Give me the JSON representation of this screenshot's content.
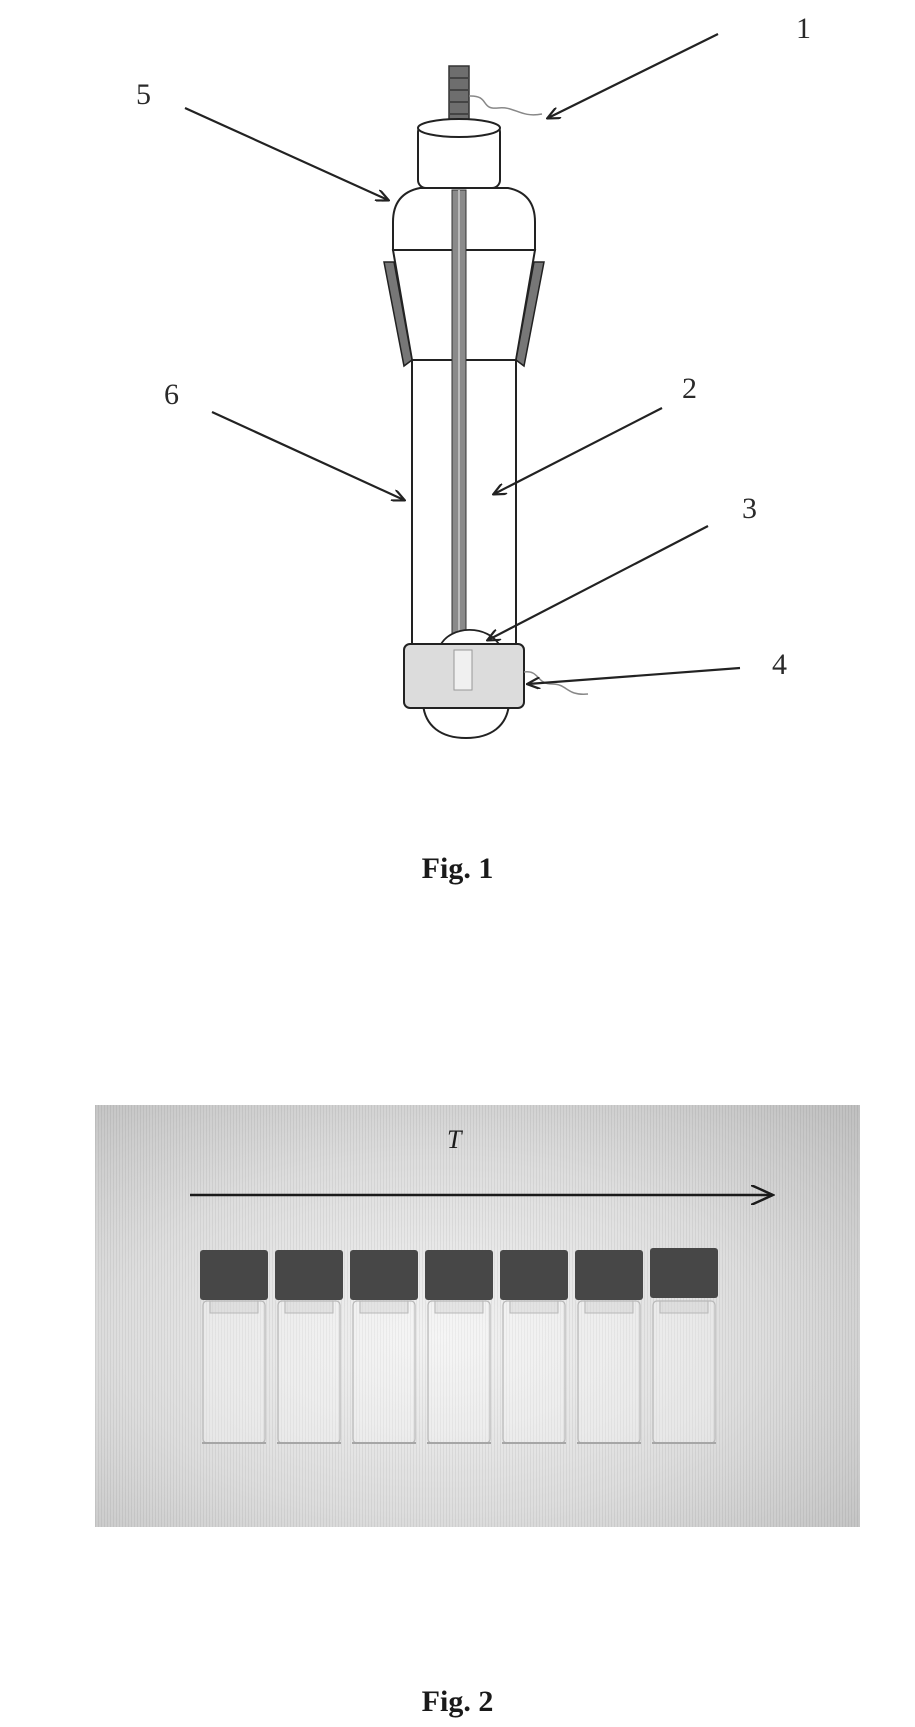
{
  "figure1": {
    "caption": "Fig. 1",
    "callouts": [
      {
        "id": "1",
        "label": "1"
      },
      {
        "id": "2",
        "label": "2"
      },
      {
        "id": "3",
        "label": "3"
      },
      {
        "id": "4",
        "label": "4"
      },
      {
        "id": "5",
        "label": "5"
      },
      {
        "id": "6",
        "label": "6"
      }
    ]
  },
  "figure2": {
    "caption": "Fig. 2",
    "arrow_label": "T",
    "vial_count": 7,
    "colors": {
      "cap": "#474747",
      "glass_edge": "#b8b8b8"
    }
  }
}
